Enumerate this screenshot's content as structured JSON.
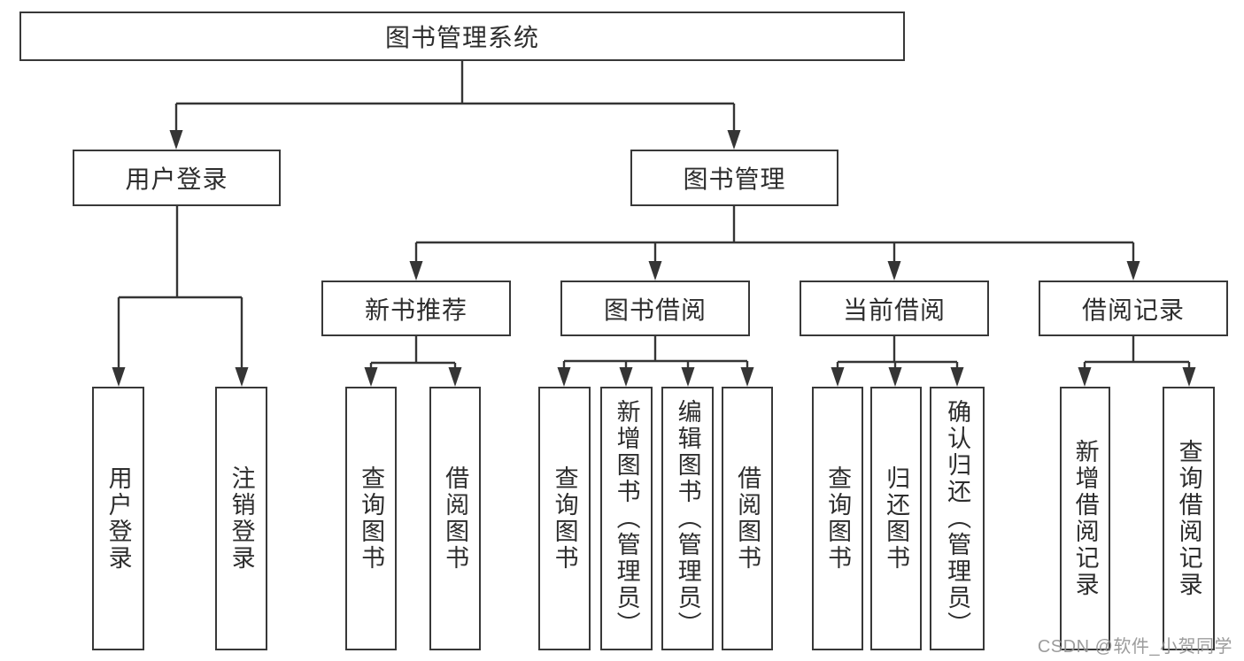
{
  "diagram": {
    "type": "hierarchy-tree",
    "line_color": "#353535",
    "box_border_color": "#383838",
    "text_color": "#2d2d2d",
    "background_color": "#ffffff"
  },
  "tree": {
    "label": "图书管理系统",
    "children": [
      {
        "label": "用户登录",
        "children": [
          {
            "label": "用户登录"
          },
          {
            "label": "注销登录"
          }
        ]
      },
      {
        "label": "图书管理",
        "children": [
          {
            "label": "新书推荐",
            "children": [
              {
                "label": "查询图书"
              },
              {
                "label": "借阅图书"
              }
            ]
          },
          {
            "label": "图书借阅",
            "children": [
              {
                "label": "查询图书"
              },
              {
                "label": "新增图书（管理员）"
              },
              {
                "label": "编辑图书（管理员）"
              },
              {
                "label": "借阅图书"
              }
            ]
          },
          {
            "label": "当前借阅",
            "children": [
              {
                "label": "查询图书"
              },
              {
                "label": "归还图书"
              },
              {
                "label": "确认归还（管理员）"
              }
            ]
          },
          {
            "label": "借阅记录",
            "children": [
              {
                "label": "新增借阅记录"
              },
              {
                "label": "查询借阅记录"
              }
            ]
          }
        ]
      }
    ]
  },
  "watermark": {
    "text": "CSDN @软件_小贺同学",
    "color": "#949494"
  }
}
